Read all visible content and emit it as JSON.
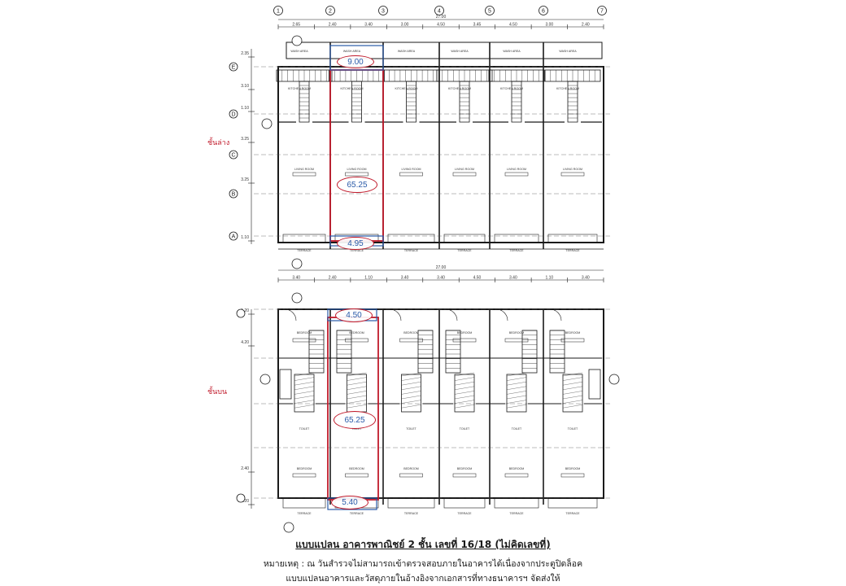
{
  "grid": {
    "columns": [
      "1",
      "2",
      "3",
      "4",
      "5",
      "6",
      "7"
    ],
    "rows_lower": [
      "E",
      "D",
      "C",
      "B",
      "A"
    ],
    "rows_upper": []
  },
  "ground_floor": {
    "label": "ชั้นล่าง",
    "overall_dimension": "27.00",
    "areas": {
      "top": "9.00",
      "main": "65.25",
      "bottom": "4.95"
    },
    "rooms": {
      "wash_area": "WASH AREA",
      "kitchen": "KITCHEN ROOM",
      "living": "LIVING ROOM",
      "terrace": "TERRACE"
    },
    "row_dims": [
      "2.35",
      "3.10",
      "1.10",
      "3.25",
      "3.25",
      "1.10"
    ],
    "top_dims": [
      "2.65",
      "2.40",
      "3.40",
      "3.00",
      "4.50",
      "3.45",
      "4.50",
      "3.00",
      "2.40"
    ]
  },
  "upper_floor": {
    "label": "ชั้นบน",
    "overall_dimension": "27.00",
    "areas": {
      "top": "4.50",
      "main": "65.25",
      "bottom": "5.40"
    },
    "rooms": {
      "bedroom_1": "BEDROOM",
      "bedroom_2": "BEDROOM",
      "toilet": "TOILET"
    },
    "row_dims": [
      "1.20",
      "4.20",
      "2.40",
      "1.20"
    ],
    "top_dims": [
      "3.40",
      "2.40",
      "1.10",
      "3.40",
      "3.40",
      "4.50",
      "3.40",
      "1.10",
      "3.40"
    ]
  },
  "caption": {
    "title": "แบบแปลน อาคารพาณิชย์ 2 ชั้น เลขที่ 16/18 (ไม่คิดเลขที่)",
    "note1": "หมายเหตุ : ณ วันสำรวจไม่สามารถเข้าตรวจสอบภายในอาคารได้เนื่องจากประตูปิดล็อค",
    "note2": "แบบแปลนอาคารและวัสดุภายในอ้างอิงจากเอกสารที่ทางธนาคารฯ จัดส่งให้"
  },
  "colors": {
    "highlight_red": "#c0192a",
    "highlight_blue": "#2a5aa8",
    "line": "#1a1a1a"
  }
}
